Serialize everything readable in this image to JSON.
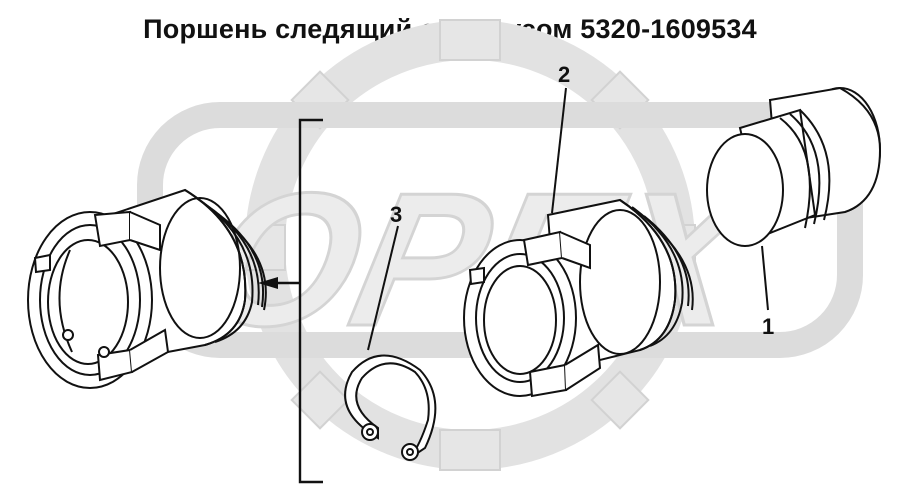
{
  "diagram": {
    "title": "Поршень следящий с корпусом 5320-1609534",
    "watermark_text": "OPEX",
    "callouts": [
      {
        "id": "1",
        "label": "1"
      },
      {
        "id": "2",
        "label": "2"
      },
      {
        "id": "3",
        "label": "3"
      }
    ],
    "colors": {
      "line": "#111111",
      "watermark_fill": "#e3e3e3",
      "watermark_stroke": "#cfcfcf"
    }
  }
}
